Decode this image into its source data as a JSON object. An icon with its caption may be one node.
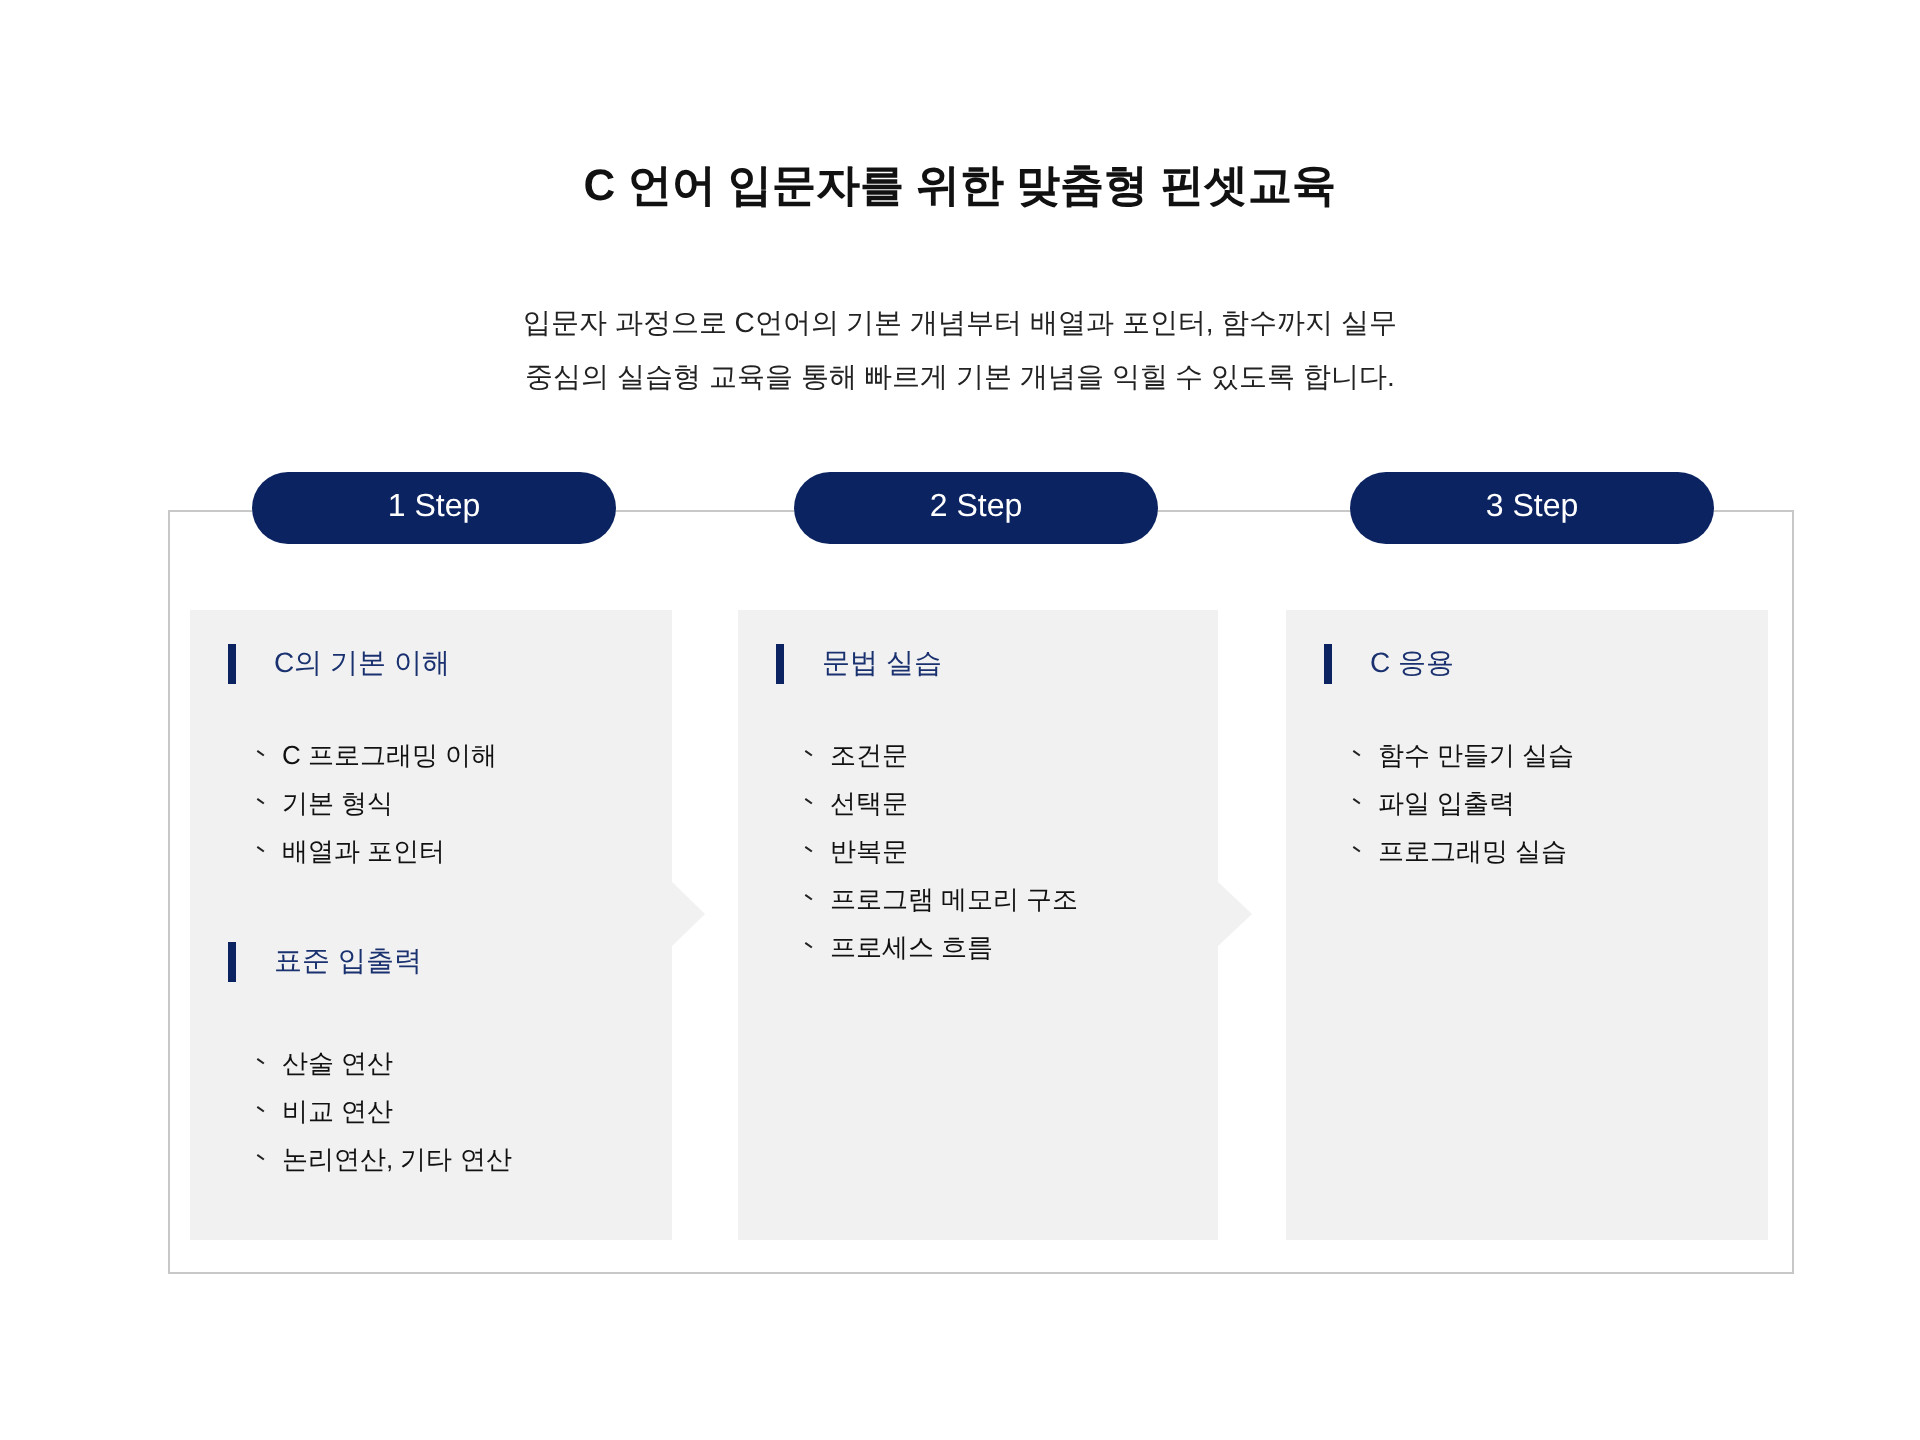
{
  "diagram": {
    "title": "C 언어 입문자를 위한 맞춤형 핀셋교육",
    "nodes": [
      {
        "text": [
          "1 Step"
        ]
      },
      {
        "text": [
          "2 Step"
        ]
      },
      {
        "text": [
          "3 Step"
        ]
      },
      {
        "text": [
          "C의 기본 이해",
          "C 프로그래밍 이해",
          "기본 형식",
          "배열과 포인터",
          "표준 입출력",
          "산술 연산",
          "비교 연산",
          "논리연산, 기타 연산"
        ]
      },
      {
        "text": [
          "문법 실습",
          "조건문",
          "선택문",
          "반복문",
          "프로그램 메모리 구조",
          "프로세스 흐름"
        ]
      },
      {
        "text": [
          "C 응용",
          "함수 만들기 실습",
          "파일 입출력",
          "프로그래밍 실습"
        ]
      }
    ],
    "edges": [
      {
        "from": 3,
        "to": 4,
        "arrow": "to"
      },
      {
        "from": 4,
        "to": 5,
        "arrow": "to"
      }
    ],
    "labels": [
      "입문자 과정으로 C언어의 기본 개념부터 배열과 포인터, 함수까지 실무 중심의 실습형 교육을 통해 빠르게 기본 개념을 익힐 수 있도록 합니다."
    ]
  }
}
